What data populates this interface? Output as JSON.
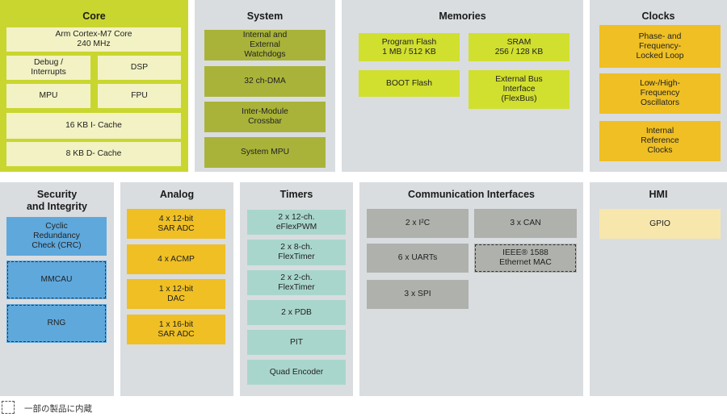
{
  "panels": {
    "core": {
      "title": "Core",
      "items": [
        "Arm Cortex-M7 Core\n240 MHz",
        "Debug /\nInterrupts",
        "DSP",
        "MPU",
        "FPU",
        "16 KB I- Cache",
        "8 KB D- Cache"
      ]
    },
    "system": {
      "title": "System",
      "items": [
        "Internal and\nExternal\nWatchdogs",
        "32 ch-DMA",
        "Inter-Module\nCrossbar",
        "System MPU"
      ]
    },
    "memories": {
      "title": "Memories",
      "items": [
        "Program Flash\n1 MB / 512 KB",
        "SRAM\n256 / 128 KB",
        "BOOT Flash",
        "External Bus\nInterface\n(FlexBus)"
      ]
    },
    "clocks": {
      "title": "Clocks",
      "items": [
        "Phase- and\nFrequency-\nLocked Loop",
        "Low-/High-\nFrequency\nOscillators",
        "Internal\nReference\nClocks"
      ]
    },
    "security": {
      "title": "Security\nand Integrity",
      "items": [
        "Cyclic\nRedundancy\nCheck (CRC)",
        "MMCAU",
        "RNG"
      ]
    },
    "analog": {
      "title": "Analog",
      "items": [
        "4 x 12-bit\nSAR ADC",
        "4 x ACMP",
        "1 x 12-bit\nDAC",
        "1 x 16-bit\nSAR ADC"
      ]
    },
    "timers": {
      "title": "Timers",
      "items": [
        "2 x 12-ch.\neFlexPWM",
        "2 x 8-ch.\nFlexTimer",
        "2 x 2-ch.\nFlexTimer",
        "2 x PDB",
        "PIT",
        "Quad Encoder"
      ]
    },
    "comm": {
      "title": "Communication Interfaces",
      "items": [
        "2 x I²C",
        "3 x CAN",
        "6 x UARTs",
        "IEEE® 1588\nEthernet MAC",
        "3 x SPI"
      ]
    },
    "hmi": {
      "title": "HMI",
      "items": [
        "GPIO"
      ]
    }
  },
  "legend": {
    "text": "一部の製品に内蔵"
  }
}
